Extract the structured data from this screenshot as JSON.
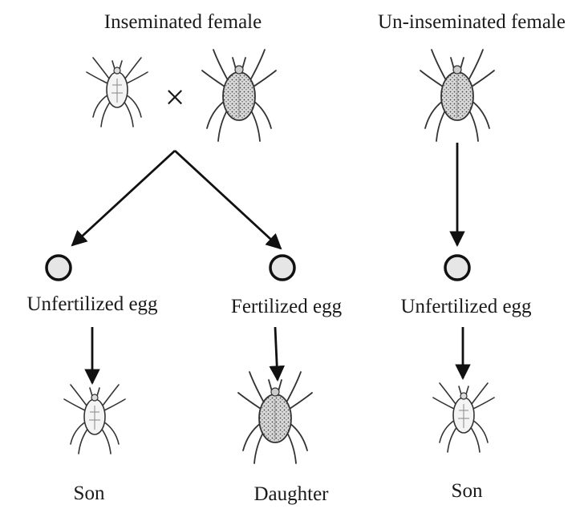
{
  "labels": {
    "inseminated_female": "Inseminated female",
    "uninseminated_female": "Un-inseminated female",
    "cross_symbol": "×",
    "unfertilized_egg": "Unfertilized egg",
    "fertilized_egg": "Fertilized egg",
    "son": "Son",
    "daughter": "Daughter"
  },
  "colors": {
    "egg_fill": "#e6e6e6",
    "stroke": "#111111"
  },
  "icons": {
    "male_mite": "male-mite-icon",
    "female_mite": "female-mite-icon",
    "egg": "egg-icon"
  }
}
